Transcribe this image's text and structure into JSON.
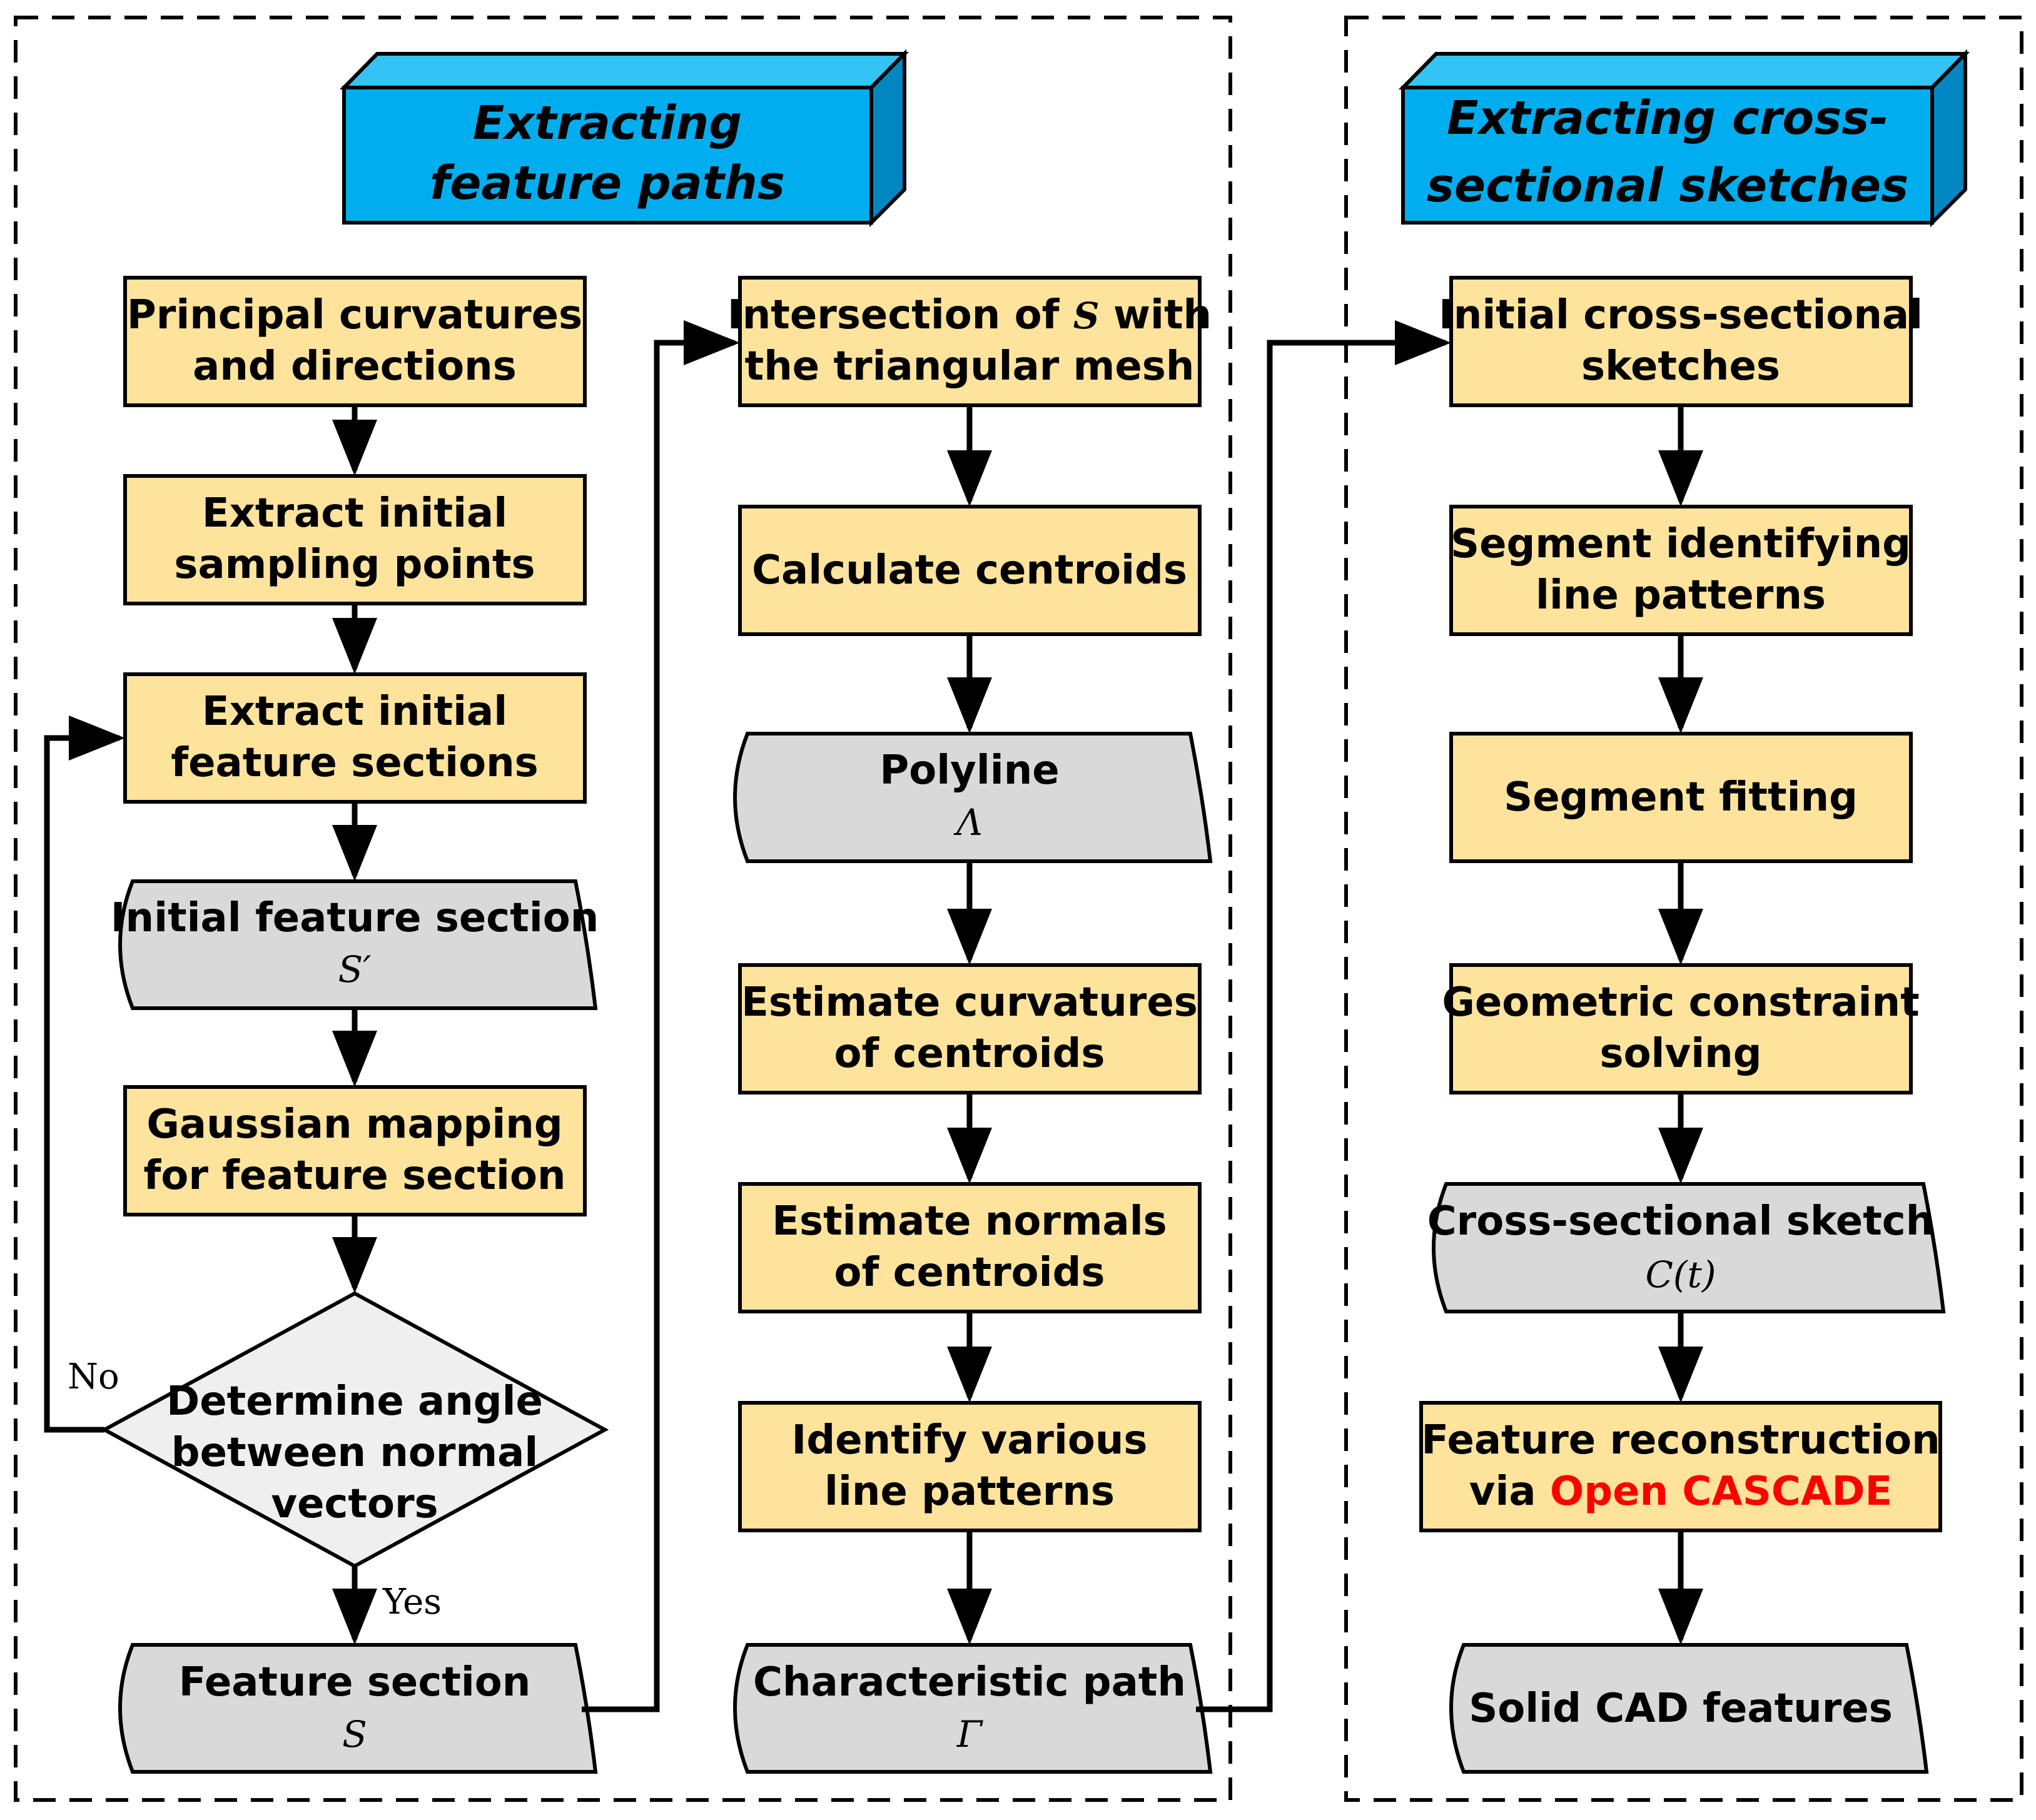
{
  "panels": {
    "left": {
      "title_line1": "Extracting",
      "title_line2": "feature paths"
    },
    "right": {
      "title_line1": "Extracting cross-",
      "title_line2": "sectional sketches"
    }
  },
  "column1": {
    "principal": [
      "Principal curvatures",
      "and directions"
    ],
    "sampling": [
      "Extract initial",
      "sampling points"
    ],
    "sections": [
      "Extract initial",
      "feature sections"
    ],
    "initial_section": {
      "label": "Initial feature section",
      "symbol": "S′"
    },
    "gaussian": [
      "Gaussian mapping",
      "for feature section"
    ],
    "decision": [
      "Determine angle",
      "between normal",
      "vectors"
    ],
    "no_label": "No",
    "yes_label": "Yes",
    "feature_section": {
      "label": "Feature section",
      "symbol": "S"
    }
  },
  "column2": {
    "intersection": {
      "pre": "Intersection of ",
      "symbol": "S",
      "post": " with",
      "line2": "the triangular mesh"
    },
    "centroids": "Calculate centroids",
    "polyline": {
      "label": "Polyline",
      "symbol": "Λ"
    },
    "curvatures": [
      "Estimate curvatures",
      "of centroids"
    ],
    "normals": [
      "Estimate normals",
      "of centroids"
    ],
    "patterns": [
      "Identify various",
      "line patterns"
    ],
    "path": {
      "label": "Characteristic path",
      "symbol": "Γ"
    }
  },
  "column3": {
    "initial_sketches": [
      "Initial cross-sectional",
      "sketches"
    ],
    "segment_identify": [
      "Segment identifying",
      "line patterns"
    ],
    "segment_fitting": "Segment fitting",
    "constraint": [
      "Geometric constraint",
      "solving"
    ],
    "sketch": {
      "label": "Cross-sectional sketch",
      "symbol": "C(t)"
    },
    "reconstruction": {
      "line1": "Feature reconstruction",
      "line2_pre": "via ",
      "line2_highlight": "Open CASCADE"
    },
    "solid": "Solid CAD features"
  },
  "colors": {
    "process_fill": "#fde39c",
    "document_fill": "#d9d9d9",
    "header_fill": "#00aeef",
    "highlight": "#ff0000"
  }
}
